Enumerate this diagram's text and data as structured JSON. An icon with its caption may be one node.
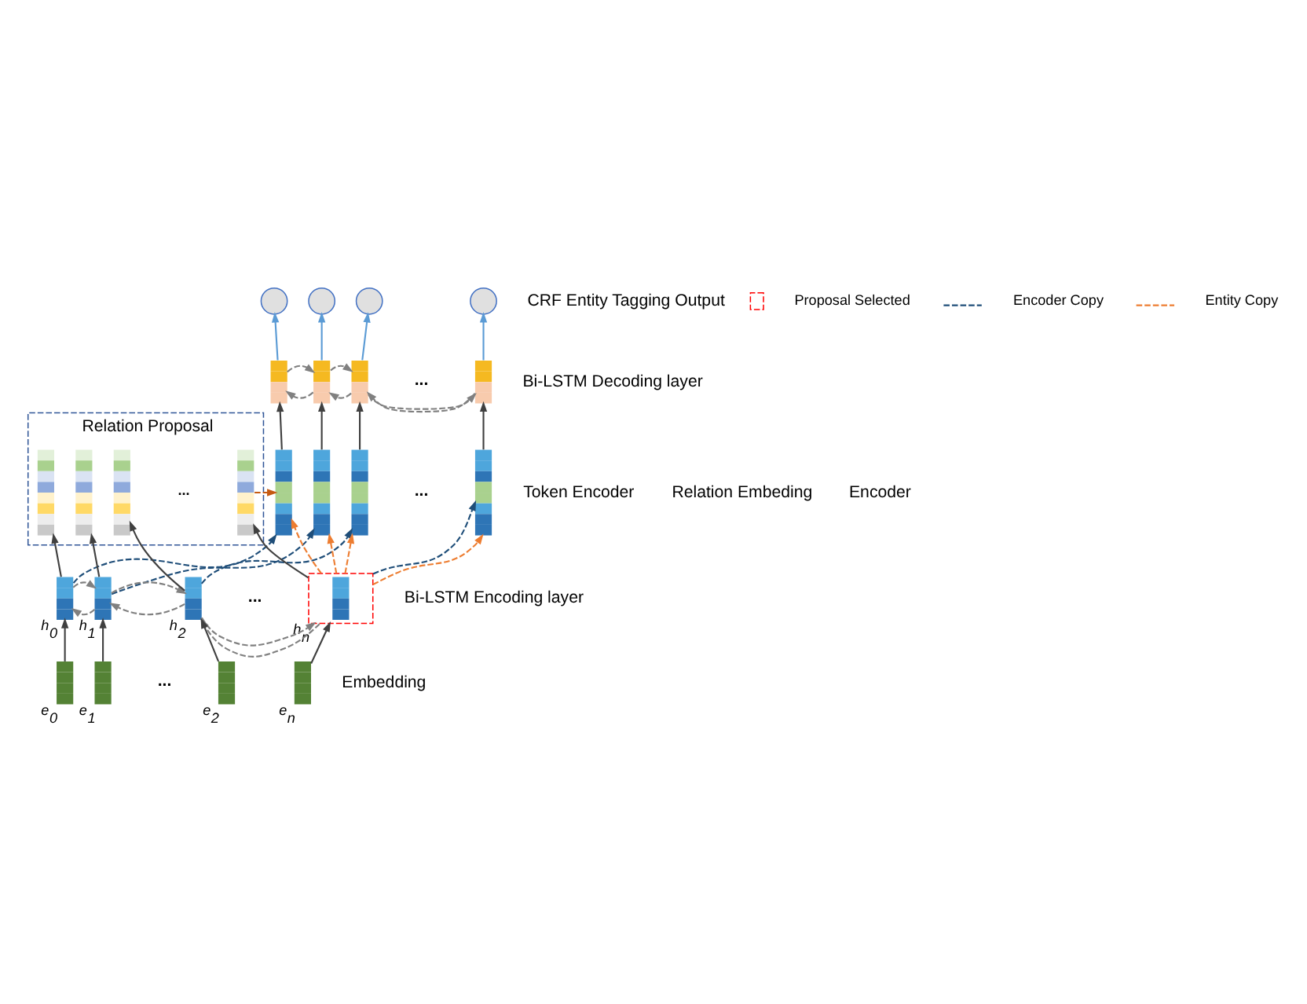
{
  "diagram": {
    "nodes": [
      {
        "text": [],
        "shape": "circle"
      },
      {
        "text": [],
        "shape": "circle"
      },
      {
        "text": [],
        "shape": "circle"
      },
      {
        "text": [],
        "shape": "circle"
      },
      {
        "text": [],
        "shape": "bar"
      },
      {
        "text": [],
        "shape": "bar"
      },
      {
        "text": [],
        "shape": "bar"
      },
      {
        "text": [],
        "shape": "bar"
      },
      {
        "text": [
          "Relation Proposal"
        ]
      },
      {
        "text": [],
        "shape": "bar",
        "in": 8
      },
      {
        "text": [],
        "shape": "bar",
        "in": 8
      },
      {
        "text": [],
        "shape": "bar",
        "in": 8
      },
      {
        "text": [],
        "shape": "bar",
        "in": 8
      },
      {
        "text": [],
        "shape": "bar"
      },
      {
        "text": [],
        "shape": "bar"
      },
      {
        "text": [],
        "shape": "bar"
      },
      {
        "text": [],
        "shape": "bar"
      },
      {
        "text": [],
        "shape": "bar",
        "beside": [
          "h$_{0}$"
        ]
      },
      {
        "text": [],
        "shape": "bar",
        "beside": [
          "h$_{1}$"
        ]
      },
      {
        "text": [],
        "shape": "bar",
        "beside": [
          "h$_{2}$"
        ]
      },
      {
        "text": [],
        "shape": "bar",
        "beside": [
          "h$_{n}$"
        ]
      },
      {
        "text": [],
        "shape": "bar",
        "beside": [
          "e$_{0}$"
        ]
      },
      {
        "text": [],
        "shape": "bar",
        "beside": [
          "e$_{1}$"
        ]
      },
      {
        "text": [],
        "shape": "bar",
        "beside": [
          "e$_{2}$"
        ]
      },
      {
        "text": [],
        "shape": "bar",
        "beside": [
          "e$_{n}$"
        ]
      }
    ],
    "edges": [
      {
        "from": 21,
        "to": 17,
        "arrow": "to"
      },
      {
        "from": 22,
        "to": 18,
        "arrow": "to"
      },
      {
        "from": 23,
        "to": 19,
        "arrow": "to"
      },
      {
        "from": 24,
        "to": 20,
        "arrow": "to"
      },
      {
        "from": 17,
        "to": 18,
        "arrow": "to",
        "style": "dashed",
        "color": "#808080"
      },
      {
        "from": 18,
        "to": 19,
        "arrow": "to",
        "style": "dashed",
        "color": "#808080"
      },
      {
        "from": 19,
        "to": 20,
        "arrow": "to",
        "style": "dashed",
        "color": "#808080"
      },
      {
        "from": 18,
        "to": 17,
        "arrow": "to",
        "style": "dashed",
        "color": "#808080"
      },
      {
        "from": 19,
        "to": 18,
        "arrow": "to",
        "style": "dashed",
        "color": "#808080"
      },
      {
        "from": 20,
        "to": 19,
        "arrow": "to",
        "style": "dashed",
        "color": "#808080"
      },
      {
        "from": 17,
        "to": 9,
        "arrow": "to"
      },
      {
        "from": 18,
        "to": 10,
        "arrow": "to"
      },
      {
        "from": 19,
        "to": 11,
        "arrow": "to"
      },
      {
        "from": 20,
        "to": 12,
        "arrow": "to"
      },
      {
        "from": 17,
        "to": 13,
        "arrow": "to",
        "style": "dashed",
        "color": "#1f4e79"
      },
      {
        "from": 18,
        "to": 14,
        "arrow": "to",
        "style": "dashed",
        "color": "#1f4e79"
      },
      {
        "from": 19,
        "to": 15,
        "arrow": "to",
        "style": "dashed",
        "color": "#1f4e79"
      },
      {
        "from": 20,
        "to": 16,
        "arrow": "to",
        "style": "dashed",
        "color": "#1f4e79"
      },
      {
        "from": 20,
        "to": 13,
        "arrow": "to",
        "style": "dashed",
        "color": "#ed7d31"
      },
      {
        "from": 20,
        "to": 14,
        "arrow": "to",
        "style": "dashed",
        "color": "#ed7d31"
      },
      {
        "from": 20,
        "to": 15,
        "arrow": "to",
        "style": "dashed",
        "color": "#ed7d31"
      },
      {
        "from": 20,
        "to": 16,
        "arrow": "to",
        "style": "dashed",
        "color": "#ed7d31"
      },
      {
        "from": 12,
        "to": 13,
        "arrow": "to",
        "style": "dashed",
        "color": "#c55a11"
      },
      {
        "from": 13,
        "to": 4,
        "arrow": "to"
      },
      {
        "from": 14,
        "to": 5,
        "arrow": "to"
      },
      {
        "from": 15,
        "to": 6,
        "arrow": "to"
      },
      {
        "from": 16,
        "to": 7,
        "arrow": "to"
      },
      {
        "from": 4,
        "to": 5,
        "arrow": "to",
        "style": "dashed",
        "color": "#808080"
      },
      {
        "from": 5,
        "to": 6,
        "arrow": "to",
        "style": "dashed",
        "color": "#808080"
      },
      {
        "from": 6,
        "to": 7,
        "arrow": "to",
        "style": "dashed",
        "color": "#808080"
      },
      {
        "from": 5,
        "to": 4,
        "arrow": "to",
        "style": "dashed",
        "color": "#808080"
      },
      {
        "from": 6,
        "to": 5,
        "arrow": "to",
        "style": "dashed",
        "color": "#808080"
      },
      {
        "from": 7,
        "to": 6,
        "arrow": "to",
        "style": "dashed",
        "color": "#808080"
      },
      {
        "from": 4,
        "to": 0,
        "arrow": "to",
        "color": "#5b9bd5"
      },
      {
        "from": 5,
        "to": 1,
        "arrow": "to",
        "color": "#5b9bd5"
      },
      {
        "from": 6,
        "to": 2,
        "arrow": "to",
        "color": "#5b9bd5"
      },
      {
        "from": 7,
        "to": 3,
        "arrow": "to",
        "color": "#5b9bd5"
      }
    ],
    "labels": [
      "CRF Entity Tagging Output",
      "...",
      "Bi-LSTM Decoding layer",
      "...",
      "Token Encoder",
      "Relation Embeding",
      "...",
      "Encoder",
      "...",
      "Bi-LSTM Encoding layer",
      "...",
      "Embedding"
    ],
    "legend": [
      {
        "text": "Proposal Selected"
      },
      {
        "text": "Encoder Copy"
      },
      {
        "text": "Entity Copy"
      }
    ]
  }
}
